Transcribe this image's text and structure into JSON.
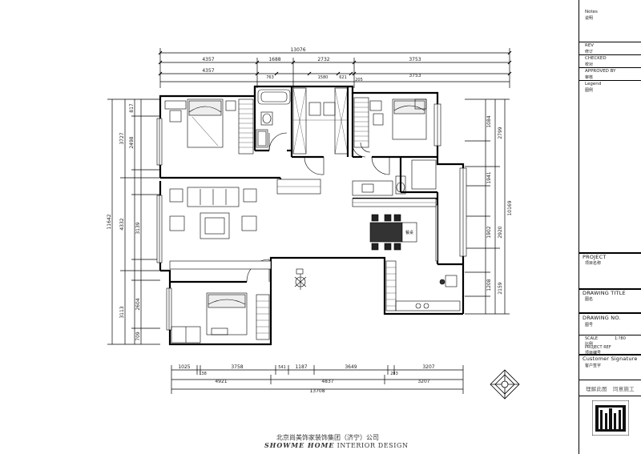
{
  "title_block": {
    "notes_en": "Notes",
    "notes_cn": "说明",
    "rev_en": "REV",
    "rev_cn": "修订",
    "checked_en": "CHECKED",
    "checked_cn": "校对",
    "approved_en": "APPROVED BY",
    "approved_cn": "审核",
    "legend_en": "Legend",
    "legend_cn": "图例",
    "project_en": "PROJECT",
    "project_cn": "项目名称",
    "drawing_title_en": "DRAWING TITLE",
    "drawing_title_cn": "图名",
    "drawing_no_en": "DRAWING NO.",
    "drawing_no_cn": "图号",
    "scale_en": "SCALE",
    "scale_cn": "比例",
    "scale_value": "1:?80",
    "project_ref_en": "PROJECT REF",
    "project_ref_cn": "项目编号",
    "customer_sig_en": "Customer Signature",
    "customer_sig_cn": "客户签字",
    "understand": "理解此图",
    "agree": "同意施工"
  },
  "footer": {
    "company_cn": "北京尚美饰家装饰集团（济宁）公司",
    "brand_en": "SHOWME HOME",
    "design_en": "INTERIOR DESIGN"
  },
  "dimensions": {
    "top_total": "13076",
    "top_row1": [
      "4357",
      "1688",
      "2732",
      "3753"
    ],
    "top_row2": [
      "4357",
      "763",
      "1580",
      "621",
      "205",
      "3753"
    ],
    "bottom_total": "13708",
    "bottom_row1": [
      "1025",
      "138",
      "3758",
      "541",
      "1187",
      "3649",
      "283",
      "3207"
    ],
    "bottom_row2": [
      "4921",
      "4837",
      "3207"
    ],
    "left_total": "11642",
    "left_seg": [
      "3727",
      "4332",
      "3113"
    ],
    "left_sub": [
      "817",
      "2498",
      "3139",
      "2604",
      "709"
    ],
    "right_total": "10169",
    "right_seg": [
      "2799",
      "2920",
      "2159"
    ],
    "right_sub": [
      "1084",
      "1941",
      "1902",
      "1208"
    ]
  },
  "room_labels": {
    "table_tag": "餐桌"
  }
}
